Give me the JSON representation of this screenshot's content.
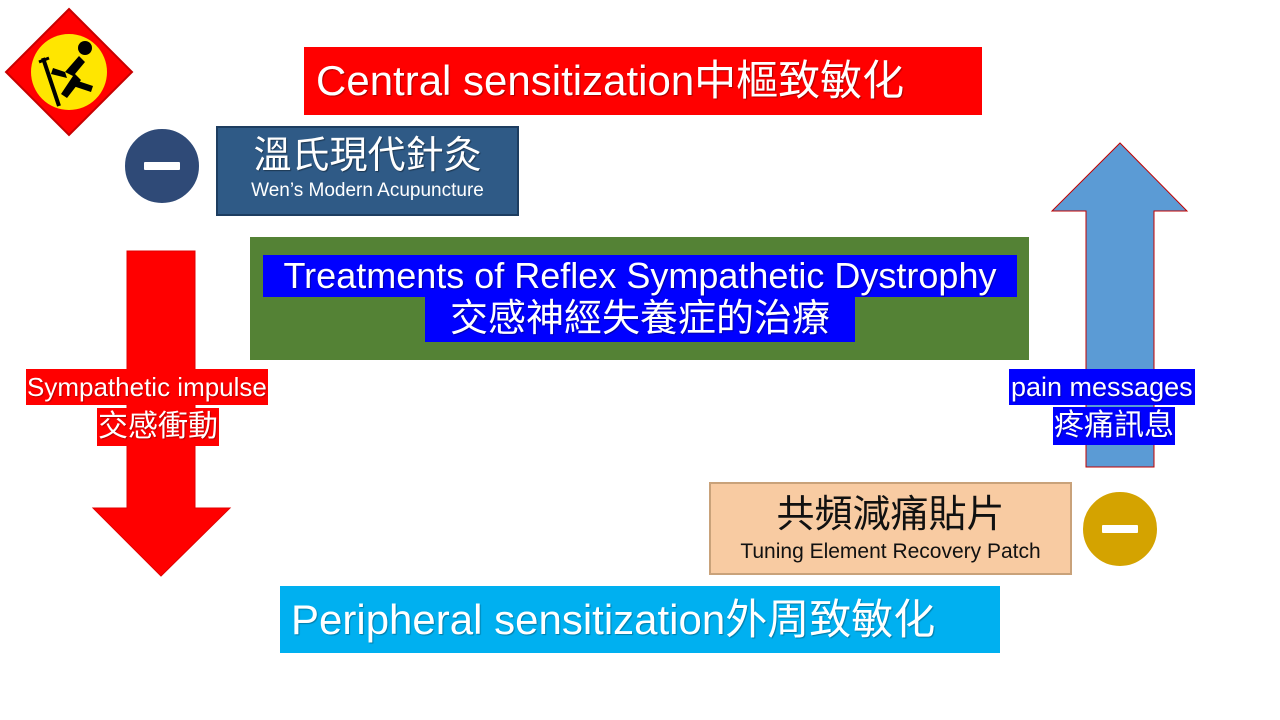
{
  "logo": {
    "icon": "crutch-figure-icon",
    "colors": {
      "diamond": "#ff0000",
      "circle": "#ffe600",
      "figure": "#000000"
    }
  },
  "central": {
    "text": "Central sensitization中樞致敏化",
    "color": "#ff0000"
  },
  "wen": {
    "zh": "溫氏現代針灸",
    "en": "Wen’s Modern Acupuncture",
    "color": "#2f5a86"
  },
  "title": {
    "en": "Treatments of Reflex Sympathetic Dystrophy",
    "zh": "交感神經失養症的治療",
    "box_color": "#548235",
    "highlight_color": "#0000ff"
  },
  "sympathetic": {
    "en": "Sympathetic impulse",
    "zh": "交感衝動",
    "arrow_direction": "down",
    "color": "#ff0000"
  },
  "pain": {
    "en": "pain messages",
    "zh": "疼痛訊息",
    "arrow_direction": "up",
    "arrow_color": "#5b9bd5",
    "label_color": "#0000ff"
  },
  "patch": {
    "zh": "共頻減痛貼片",
    "en": "Tuning Element Recovery Patch",
    "color": "#f8cba2"
  },
  "peripheral": {
    "text": "Peripheral sensitization外周致敏化",
    "color": "#00b0f0"
  },
  "minus_icons": [
    {
      "icon": "minus-icon",
      "color": "#2f4a77"
    },
    {
      "icon": "minus-icon",
      "color": "#d4a300"
    }
  ]
}
